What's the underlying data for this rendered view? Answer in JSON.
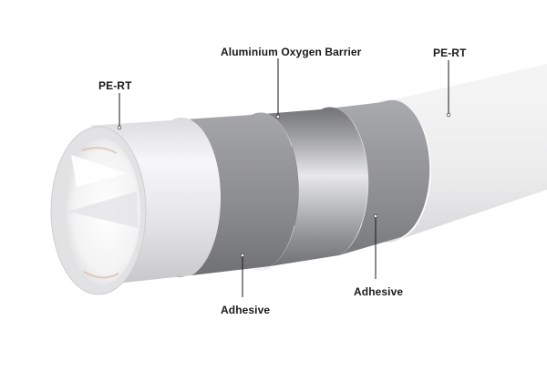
{
  "labels": {
    "pert_inner": "PE-RT",
    "barrier": "Aluminium Oxygen Barrier",
    "pert_outer": "PE-RT",
    "adhesive_outer": "Adhesive",
    "adhesive_inner": "Adhesive"
  },
  "colors": {
    "background": "#ffffff",
    "pe_rt": "#e9e9ea",
    "adhesive": "#8e8f92",
    "aluminium": "#b9babc",
    "text": "#1a1a1a"
  }
}
